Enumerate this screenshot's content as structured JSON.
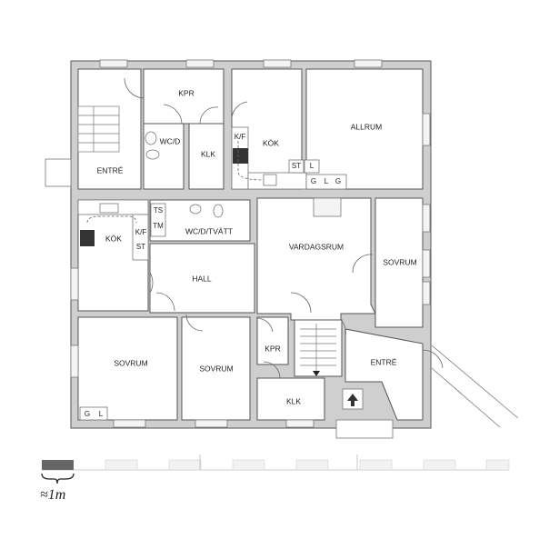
{
  "rooms": {
    "kpr_top": "KPR",
    "wcd_top": "WC/D",
    "klk_top": "KLK",
    "kok_top": "KÖK",
    "allrum": "ALLRUM",
    "entre_left": "ENTRÉ",
    "kok_left": "KÖK",
    "wcd_tvatt": "WC/D/TVÄTT",
    "hall": "HALL",
    "vardagsrum": "VARDAGSRUM",
    "sovrum_right": "SOVRUM",
    "kpr_bottom": "KPR",
    "entre_right": "ENTRÉ",
    "klk_bottom": "KLK",
    "sovrum_left": "SOVRUM",
    "sovrum_mid": "SOVRUM"
  },
  "fixtures": {
    "kf_top": "K/F",
    "st_top": "ST",
    "l_top": "L",
    "g1_top": "G",
    "l2_top": "L",
    "g2_top": "G",
    "ts": "TS",
    "tm": "TM",
    "kf_left": "K/F",
    "st_left": "ST",
    "g_bottom": "G",
    "l_bottom": "L"
  },
  "scale": {
    "label": "≈1m"
  }
}
